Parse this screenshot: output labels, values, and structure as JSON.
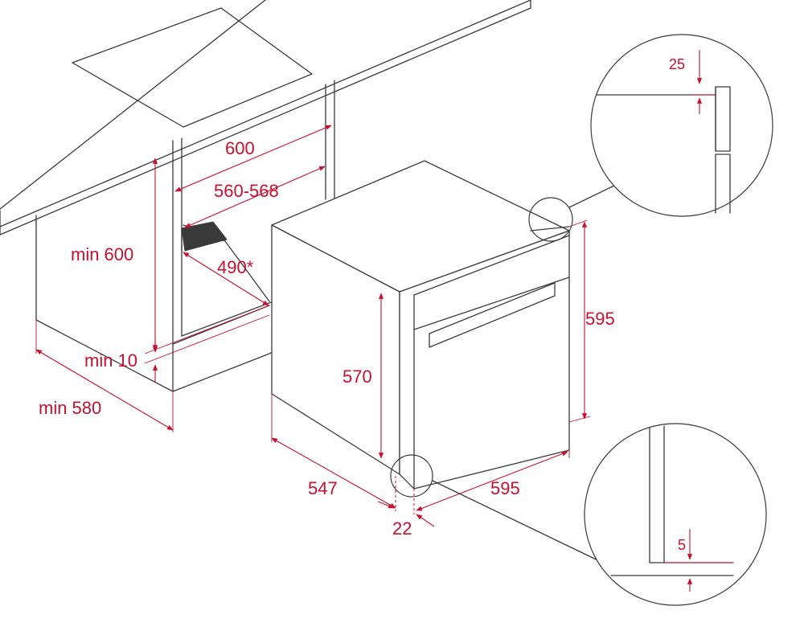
{
  "dimensions": {
    "cabinet_width": "600",
    "niche_width": "560-568",
    "niche_depth": "490*",
    "niche_height": "min 600",
    "bottom_gap": "min 10",
    "cabinet_depth": "min 580",
    "oven_niche_height": "570",
    "oven_total_height": "595",
    "oven_depth": "547",
    "oven_width": "595",
    "front_thickness": "22",
    "top_detail": "25",
    "bottom_detail": "5"
  }
}
